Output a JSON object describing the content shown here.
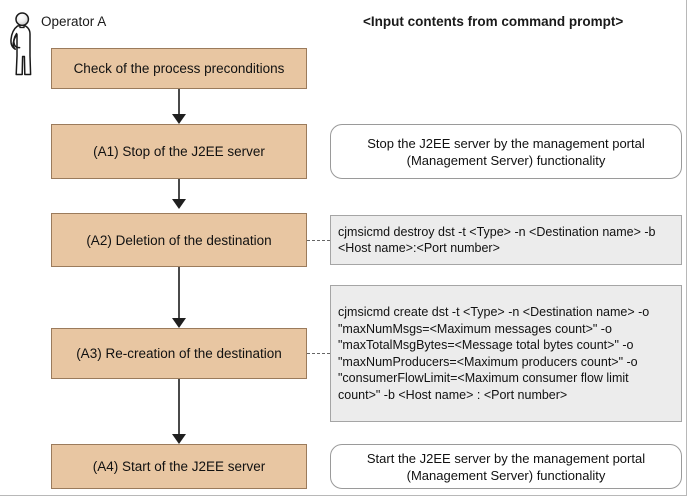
{
  "diagram": {
    "operator_label": "Operator A",
    "column_title": "<Input contents from command prompt>",
    "operator_icon": "person-standing-icon",
    "colors": {
      "process_fill": "#E8C6A2",
      "process_border": "#9b7b5c",
      "command_fill": "#ECECEC",
      "command_border": "#a5a5a5",
      "description_border": "#9a9a9a",
      "arrow": "#4a4a4a",
      "background": "#ffffff"
    },
    "steps": [
      {
        "id": "precondition",
        "label": "Check of the process preconditions",
        "side_note": null,
        "side_note_type": null
      },
      {
        "id": "a1",
        "label": "(A1) Stop of the J2EE server",
        "side_note": "Stop the J2EE server by the management portal (Management Server) functionality",
        "side_note_type": "description"
      },
      {
        "id": "a2",
        "label": "(A2) Deletion of the destination",
        "side_note": "cjmsicmd destroy dst -t <Type> -n <Destination name> -b <Host name>:<Port number>",
        "side_note_type": "command"
      },
      {
        "id": "a3",
        "label": "(A3) Re-creation of the destination",
        "side_note": "cjmsicmd create dst -t <Type> -n <Destination name> -o \"maxNumMsgs=<Maximum messages count>\" -o \"maxTotalMsgBytes=<Message total bytes count>\" -o \"maxNumProducers=<Maximum producers count>\" -o \"consumerFlowLimit=<Maximum consumer flow limit count>\" -b <Host name> : <Port number>",
        "side_note_type": "command"
      },
      {
        "id": "a4",
        "label": "(A4) Start of the J2EE server",
        "side_note": "Start the J2EE server by the management portal (Management Server) functionality",
        "side_note_type": "description"
      }
    ]
  }
}
